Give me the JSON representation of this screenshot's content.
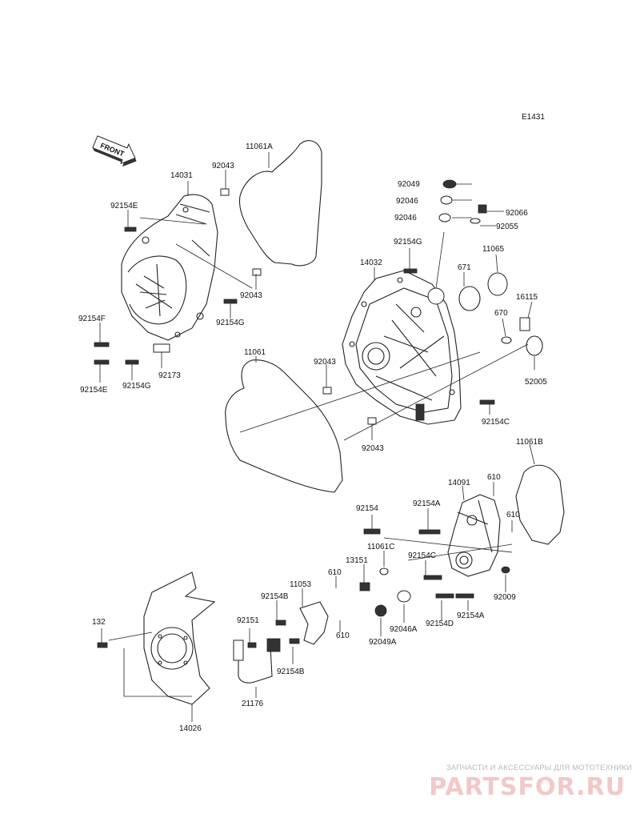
{
  "figure_code": "E1431",
  "front_label": "FRONT",
  "parts": {
    "p11061A": "11061A",
    "p92043_top": "92043",
    "p14031": "14031",
    "p92154E_top": "92154E",
    "p92043_mid": "92043",
    "p92154G_left": "92154G",
    "p92154F": "92154F",
    "p92154E_bot": "92154E",
    "p92154G_low": "92154G",
    "p92173": "92173",
    "p11061": "11061",
    "p92043_c": "92043",
    "p92043_d": "92043",
    "p14032": "14032",
    "p92154G_right": "92154G",
    "p92049": "92049",
    "p92046_a": "92046",
    "p92046_b": "92046",
    "p92066": "92066",
    "p92055": "92055",
    "p671": "671",
    "p11065": "11065",
    "p670": "670",
    "p16115": "16115",
    "p52005": "52005",
    "p92154C_r": "92154C",
    "p11061B": "11061B",
    "p14091": "14091",
    "p610_a": "610",
    "p610_b": "610",
    "p92154": "92154",
    "p92154A_a": "92154A",
    "p11061C": "11061C",
    "p92154C_m": "92154C",
    "p13151": "13151",
    "p610_c": "610",
    "p11053": "11053",
    "p92154B_a": "92154B",
    "p92151": "92151",
    "p610_d": "610",
    "p92154B_b": "92154B",
    "p21176": "21176",
    "p92046A": "92046A",
    "p92049A": "92049A",
    "p92154D": "92154D",
    "p92154A_b": "92154A",
    "p92009": "92009",
    "p132": "132",
    "p14026": "14026"
  },
  "watermark": {
    "tagline": "ЗАПЧАСТИ И АКСЕССУАРЫ ДЛЯ МОТОТЕХНИКИ",
    "logo": "PARTSFOR.RU"
  }
}
